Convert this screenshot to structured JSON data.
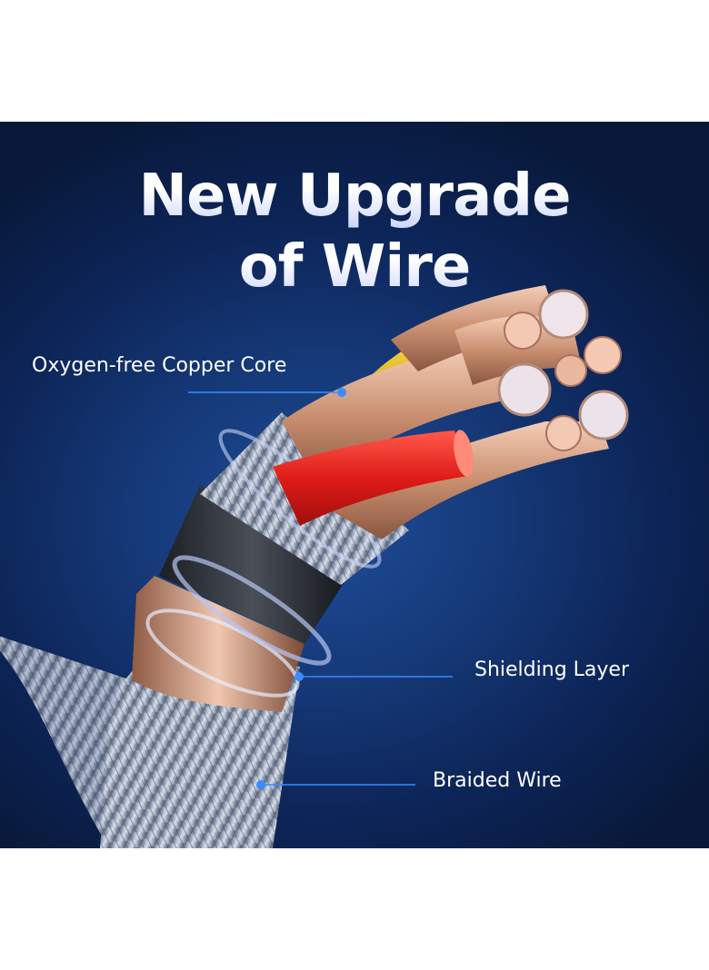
{
  "headline": {
    "line1": "New Upgrade",
    "line2": "of Wire"
  },
  "callouts": {
    "copper_core": "Oxygen-free Copper Core",
    "shielding": "Shielding Layer",
    "braided": "Braided Wire"
  },
  "colors": {
    "background_dark": "#081838",
    "background_mid": "#1f4d9a",
    "callout_line": "#3a8cff",
    "wire_red": "#e8231f",
    "wire_yellow": "#f2c21a",
    "copper": "#d9a78a"
  }
}
